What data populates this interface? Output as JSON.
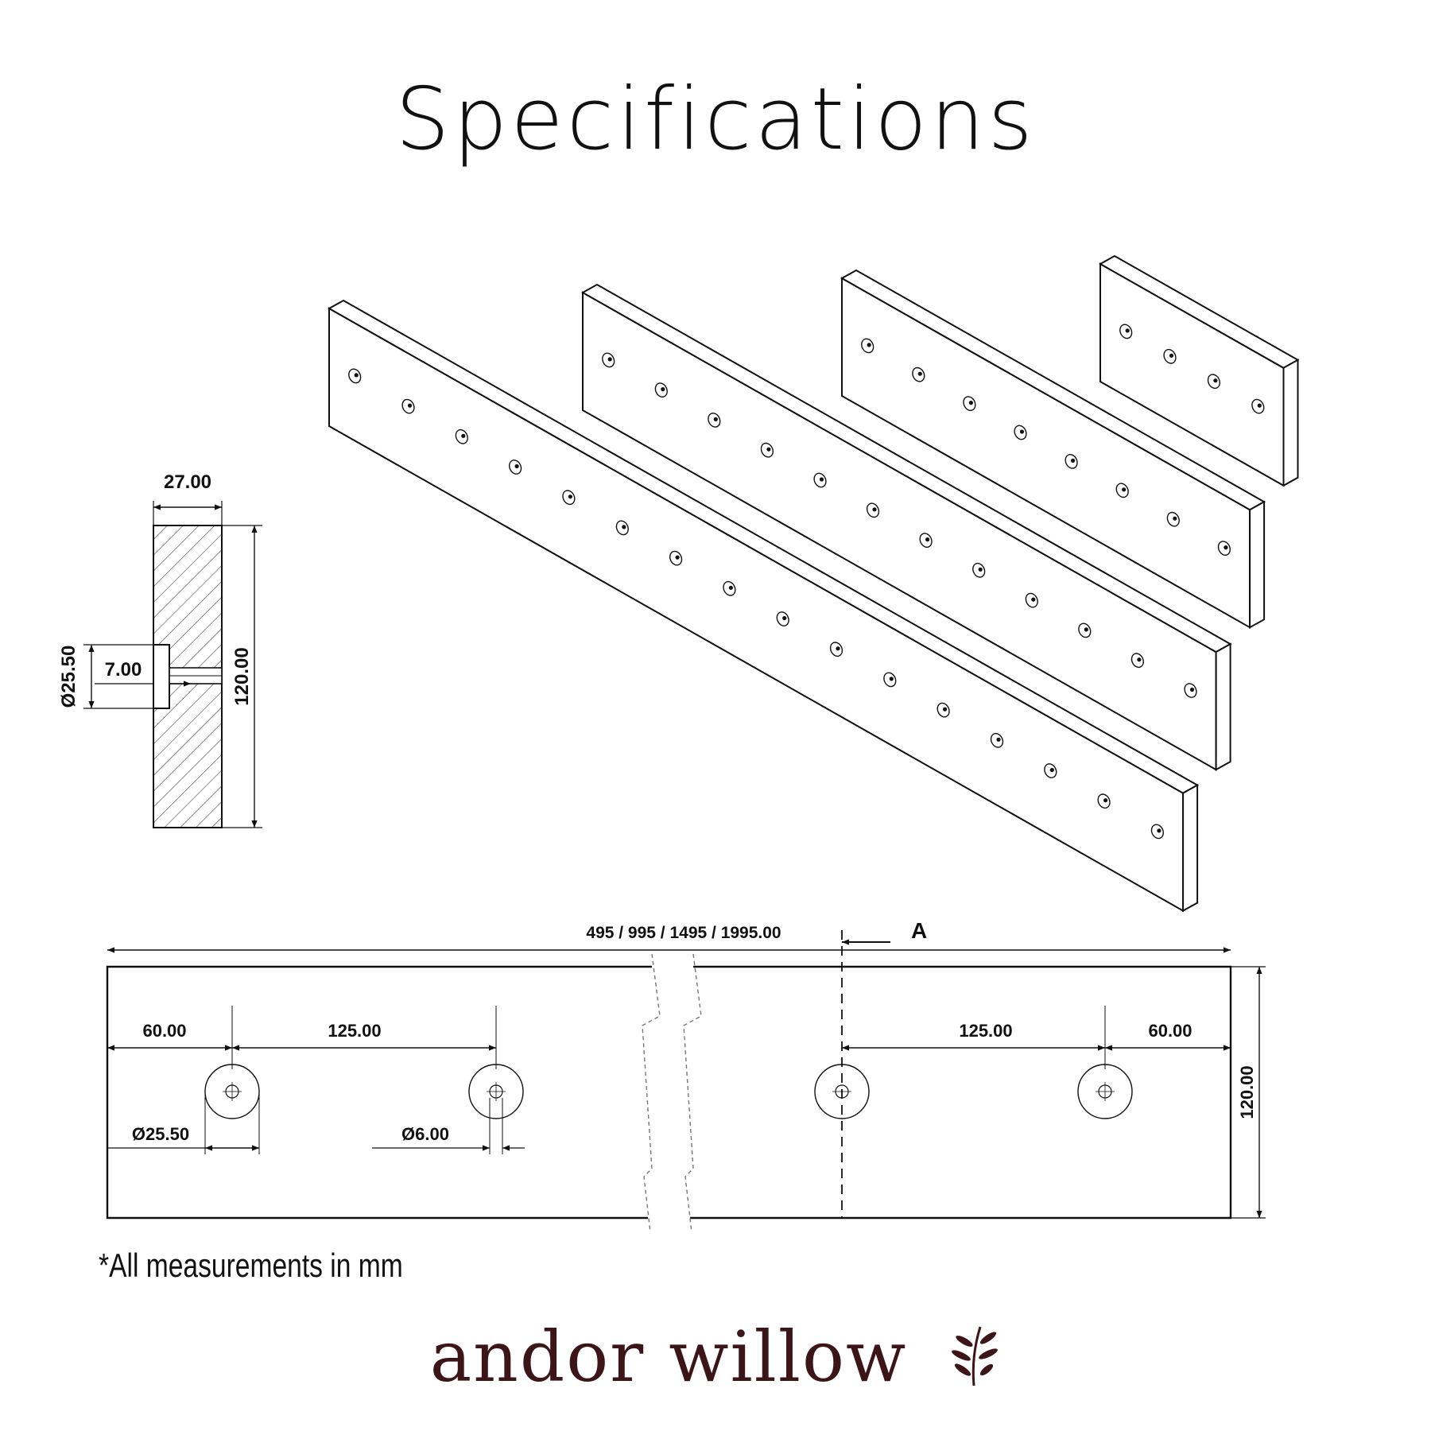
{
  "page": {
    "title": "Specifications",
    "footnote": "*All measurements in mm",
    "brand_name": "andor willow",
    "colors": {
      "ink": "#111111",
      "brand": "#3b1518",
      "background": "#ffffff"
    },
    "icons": {
      "brand_mark": "olive-branch-icon"
    }
  },
  "cross_section": {
    "width_label": "27.00",
    "height_label": "120.00",
    "hole_diameter_label": "Ø25.50",
    "hole_depth_label": "7.00"
  },
  "front_view": {
    "length_label": "495 / 995 / 1495 / 1995.00",
    "section_marker": "A",
    "height_label": "120.00",
    "left_edge_offset": "60.00",
    "left_spacing": "125.00",
    "right_spacing": "125.00",
    "right_edge_offset": "60.00",
    "counterbore_diameter": "Ø25.50",
    "screw_hole_diameter": "Ø6.00"
  },
  "isometric": {
    "bars": [
      {
        "holes": 16
      },
      {
        "holes": 12
      },
      {
        "holes": 8
      },
      {
        "holes": 4
      }
    ]
  }
}
